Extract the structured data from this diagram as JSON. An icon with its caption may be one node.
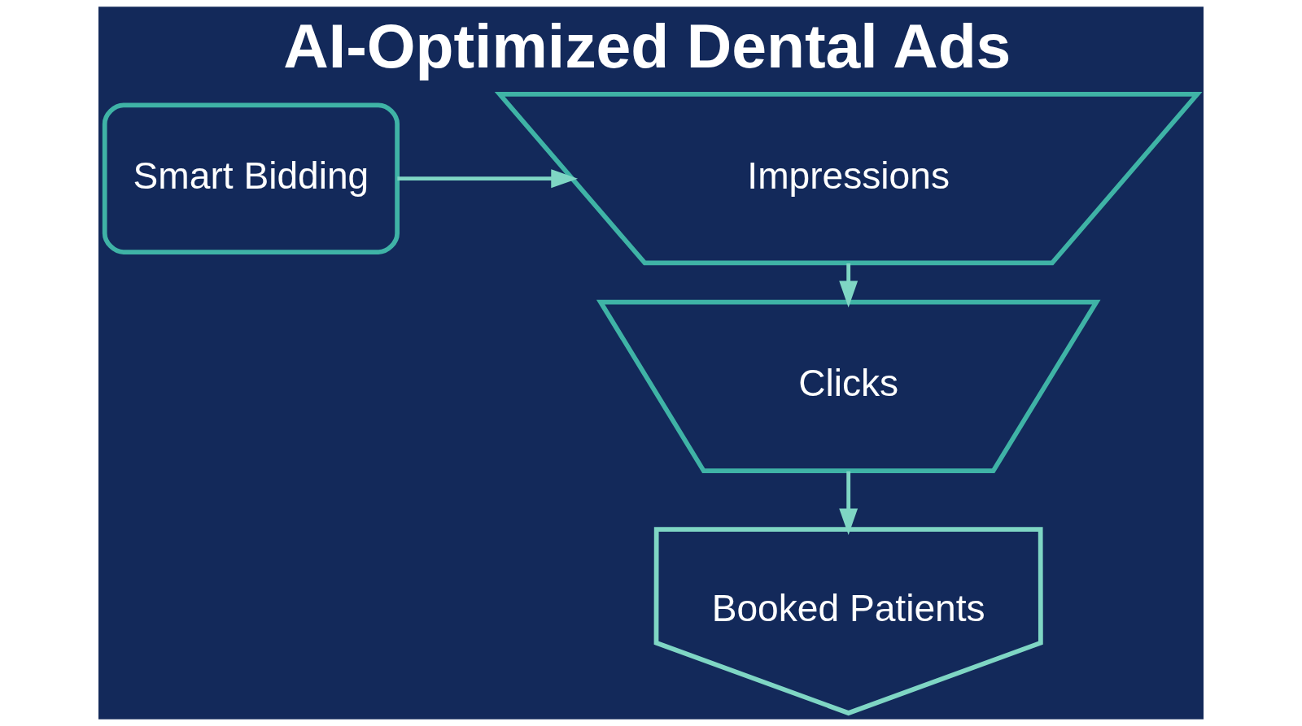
{
  "diagram": {
    "title": "AI-Optimized Dental Ads",
    "nodes": [
      {
        "text": [
          "Impressions"
        ]
      },
      {
        "text": [
          "Clicks"
        ]
      },
      {
        "text": [
          "Booked Patients"
        ]
      },
      {
        "text": [
          "Smart Bidding"
        ]
      }
    ],
    "edges": [
      {
        "from": 3,
        "to": 0,
        "arrow": "to"
      },
      {
        "from": 0,
        "to": 1,
        "arrow": "to"
      },
      {
        "from": 1,
        "to": 2,
        "arrow": "to"
      }
    ]
  }
}
